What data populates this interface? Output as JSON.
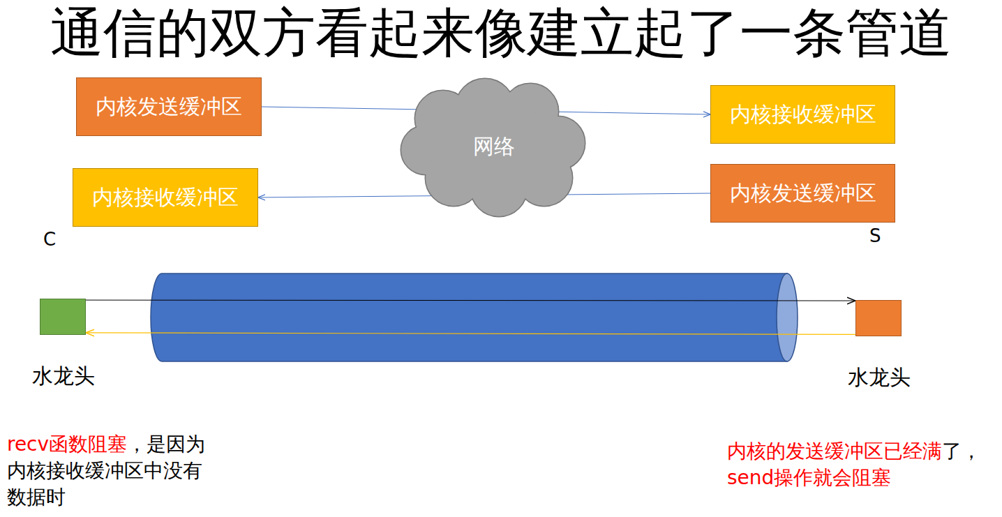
{
  "diagram": {
    "title": "通信的双方看起来像建立起了一条管道",
    "nodes": [
      {
        "text": [
          "内核发送缓冲区"
        ]
      },
      {
        "text": [
          "网络"
        ]
      },
      {
        "text": [
          "内核接收缓冲区"
        ]
      },
      {
        "text": [
          "内核接收缓冲区"
        ]
      },
      {
        "text": [
          "内核发送缓冲区"
        ]
      },
      {
        "text": [
          "水龙头"
        ]
      },
      {
        "text": [
          "水龙头"
        ]
      }
    ],
    "edges": [
      {
        "from": 0,
        "to": 2,
        "arrow": "to"
      },
      {
        "from": 4,
        "to": 3,
        "arrow": "to"
      },
      {
        "from": 5,
        "to": 6,
        "arrow": "to"
      },
      {
        "from": 6,
        "to": 5,
        "arrow": "to"
      }
    ],
    "labels": [
      "C",
      "S",
      "recv函数阻塞",
      "，是因为内核接收缓冲区中没有数据时",
      "内核的发送缓冲区已经满",
      "了，",
      "send操作就会阻塞"
    ]
  }
}
